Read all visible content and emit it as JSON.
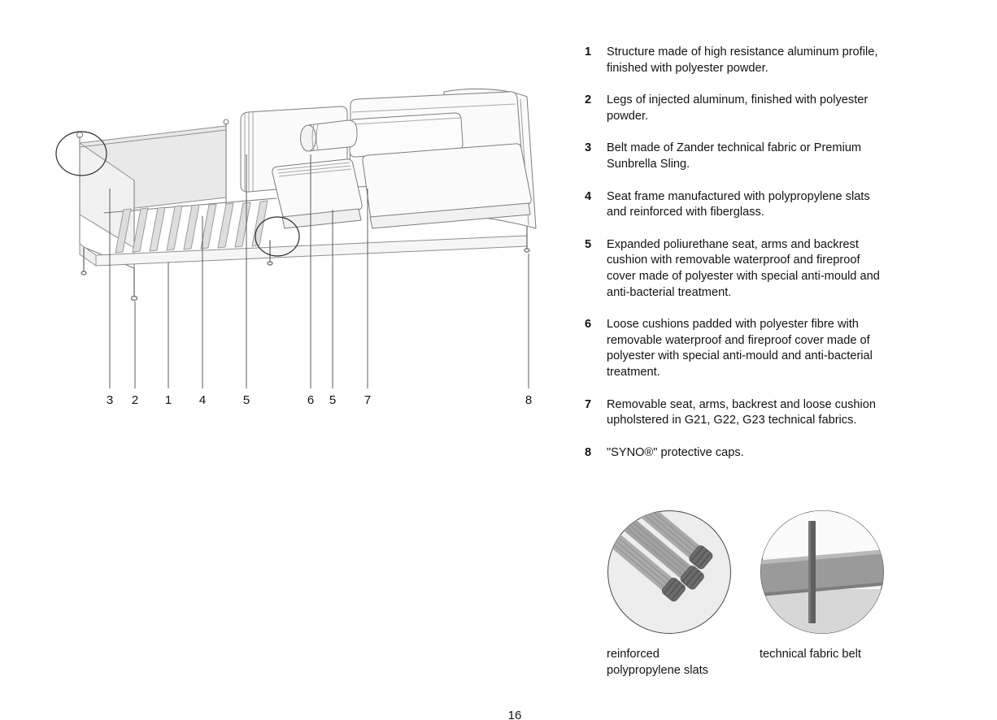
{
  "page": {
    "number": "16"
  },
  "colors": {
    "text": "#131313",
    "sketch_line": "#777777",
    "belt_fill": "#e9e9e9",
    "cushion_fill": "#fbfbfb"
  },
  "diagram": {
    "callouts": [
      {
        "label": "3"
      },
      {
        "label": "2"
      },
      {
        "label": "1"
      },
      {
        "label": "4"
      },
      {
        "label": "5"
      },
      {
        "label": "6"
      },
      {
        "label": "5"
      },
      {
        "label": "7"
      },
      {
        "label": "8"
      }
    ]
  },
  "spec_list": {
    "items": [
      {
        "number": "1",
        "text": "Structure made of high resistance aluminum profile, finished with polyester powder."
      },
      {
        "number": "2",
        "text": "Legs of injected aluminum, finished with polyester powder."
      },
      {
        "number": "3",
        "text": "Belt made of Zander technical fabric or Premium Sunbrella Sling."
      },
      {
        "number": "4",
        "text": "Seat frame manufactured with polypropylene slats and reinforced with fiberglass."
      },
      {
        "number": "5",
        "text": "Expanded poliurethane seat, arms and backrest cushion with removable waterproof and fireproof cover made of polyester with special anti-mould and anti-bacterial treatment."
      },
      {
        "number": "6",
        "text": "Loose cushions padded with polyester fibre with removable waterproof and fireproof cover made of polyester with special anti-mould and anti-bacterial treatment."
      },
      {
        "number": "7",
        "text": "Removable seat, arms, backrest and loose cushion upholstered in G21, G22, G23 technical fabrics."
      },
      {
        "number": "8",
        "text": "\"SYNO®\" protective caps."
      }
    ]
  },
  "details": [
    {
      "caption": "reinforced polypropylene slats"
    },
    {
      "caption": "technical fabric belt"
    }
  ]
}
